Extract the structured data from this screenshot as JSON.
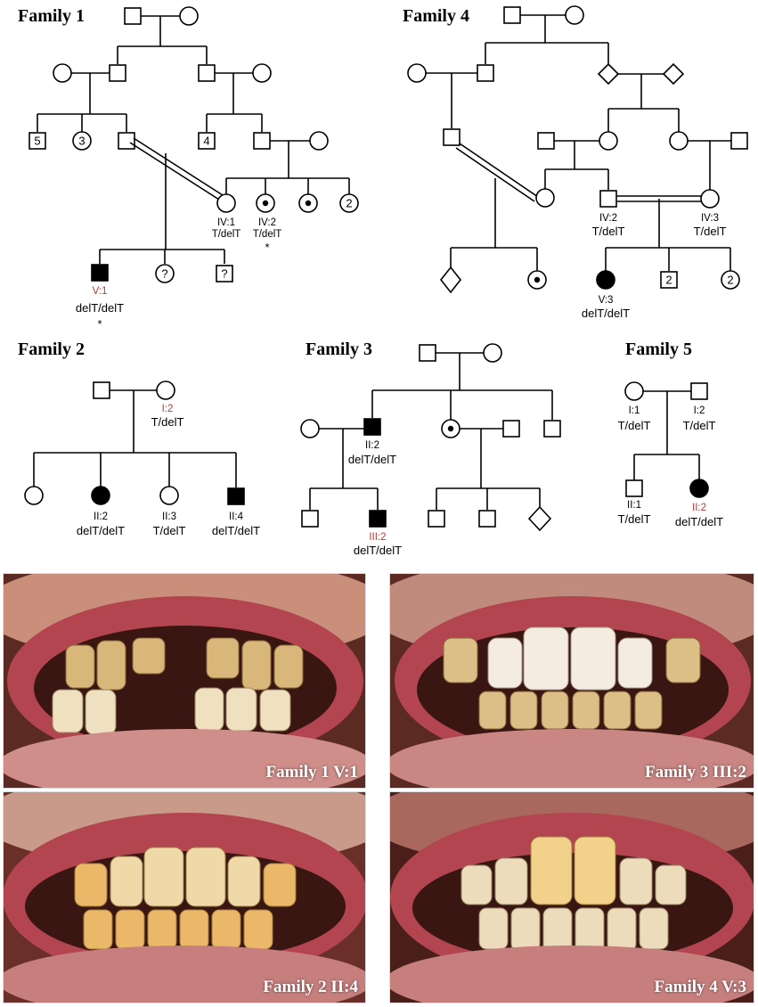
{
  "families": {
    "f1": {
      "title": "Family 1",
      "labels": {
        "iv1_id": "IV:1",
        "iv1_geno": "T/delT",
        "iv2_id": "IV:2",
        "iv2_geno": "T/delT",
        "iv2_star": "*",
        "v1_id": "V:1",
        "v1_geno": "delT/delT",
        "v1_star": "*"
      },
      "counts": {
        "sq5": "5",
        "c3": "3",
        "sq4": "4",
        "c2": "2",
        "q1": "?",
        "q2": "?"
      }
    },
    "f4": {
      "title": "Family 4",
      "labels": {
        "iv2_id": "IV:2",
        "iv2_geno": "T/delT",
        "iv3_id": "IV:3",
        "iv3_geno": "T/delT",
        "v3_id": "V:3",
        "v3_geno": "delT/delT"
      },
      "counts": {
        "sq2": "2",
        "c2": "2"
      }
    },
    "f2": {
      "title": "Family 2",
      "labels": {
        "i2_id": "I:2",
        "i2_geno": "T/delT",
        "ii2_id": "II:2",
        "ii2_geno": "delT/delT",
        "ii3_id": "II:3",
        "ii3_geno": "T/delT",
        "ii4_id": "II:4",
        "ii4_geno": "delT/delT"
      }
    },
    "f3": {
      "title": "Family 3",
      "labels": {
        "ii2_id": "II:2",
        "ii2_geno": "delT/delT",
        "iii2_id": "III:2",
        "iii2_geno": "delT/delT"
      }
    },
    "f5": {
      "title": "Family 5",
      "labels": {
        "i1_id": "I:1",
        "i1_geno": "T/delT",
        "i2_id": "I:2",
        "i2_geno": "T/delT",
        "ii1_id": "II:1",
        "ii1_geno": "T/delT",
        "ii2_id": "II:2",
        "ii2_geno": "delT/delT"
      }
    }
  },
  "photos": [
    {
      "caption": "Family 1 V:1"
    },
    {
      "caption": "Family 3 III:2"
    },
    {
      "caption": "Family 2 II:4"
    },
    {
      "caption": "Family 4 V:3"
    }
  ],
  "colors": {
    "proband_label": "#c0392b",
    "affected": "#000000",
    "gum": "#b2454f",
    "tooth": "#e9d3a0"
  }
}
